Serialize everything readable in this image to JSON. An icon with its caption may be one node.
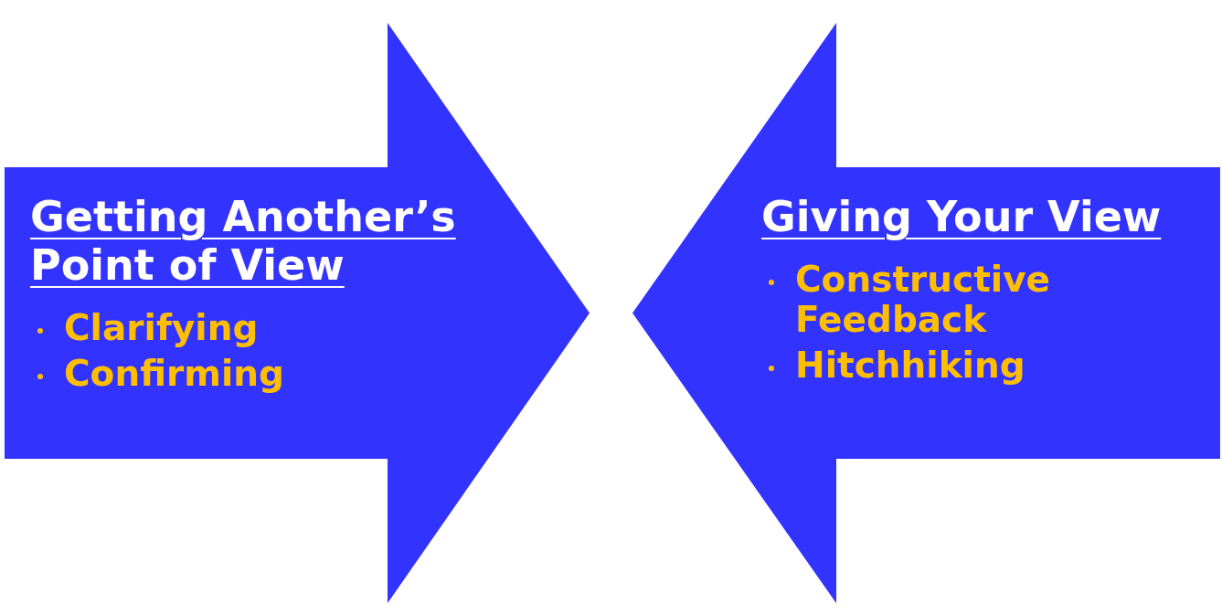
{
  "diagram": {
    "nodes": [
      {
        "text": [
          "Getting Another’s Point of View",
          "Clarifying",
          "Confirming"
        ]
      },
      {
        "text": [
          "Giving Your View",
          "Constructive Feedback",
          "Hitchhiking"
        ]
      }
    ]
  }
}
